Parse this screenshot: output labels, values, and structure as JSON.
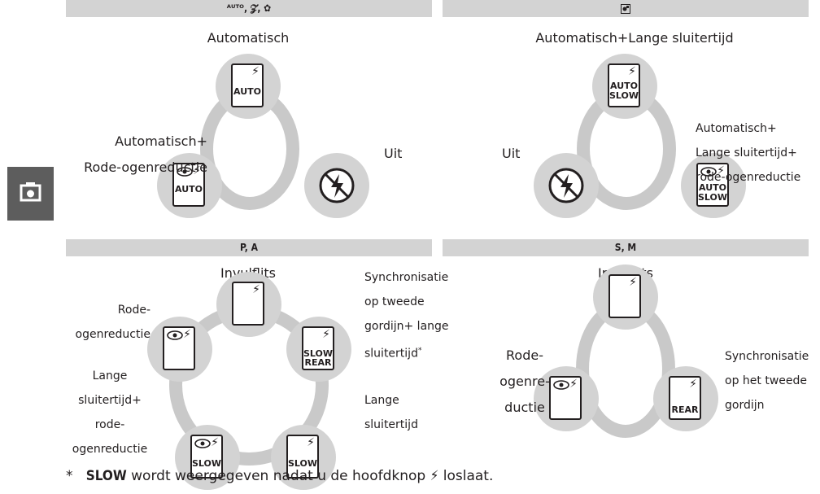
{
  "headers": {
    "q1": "ᴬᵁᵀᴼ, 𝓩, ✿",
    "q2": "◩",
    "q3": "P, A",
    "q4": "S, M"
  },
  "q1": {
    "title": "Automatisch",
    "left_label": [
      "Automatisch+",
      "Rode-ogenreductie"
    ],
    "right_label": "Uit",
    "node_top": {
      "text": "AUTO"
    },
    "node_left": {
      "text": "AUTO"
    }
  },
  "q2": {
    "title": "Automatisch+Lange sluitertijd",
    "left_label": "Uit",
    "right_label": [
      "Automatisch+",
      "Lange sluitertijd+",
      "rode-ogenreductie"
    ],
    "node_top": {
      "line1": "AUTO",
      "line2": "SLOW"
    },
    "node_right": {
      "line1": "AUTO",
      "line2": "SLOW"
    }
  },
  "q3": {
    "title": "Invulflits",
    "right_top_label": [
      "Synchronisatie",
      "op tweede",
      "gordijn+ lange",
      "sluitertijd"
    ],
    "right_top_mark": "*",
    "left_top_label": [
      "Rode-",
      "ogenreductie"
    ],
    "left_bottom_label": [
      "Lange",
      "sluitertijd+",
      "rode-",
      "ogenreductie"
    ],
    "right_bottom_label": [
      "Lange",
      "sluitertijd"
    ],
    "node_right": {
      "line1": "SLOW",
      "line2": "REAR"
    },
    "node_bl": {
      "text": "SLOW"
    },
    "node_br": {
      "text": "SLOW"
    }
  },
  "q4": {
    "title": "Invulflits",
    "left_label": [
      "Rode-",
      "ogenre-",
      "ductie"
    ],
    "right_label": [
      "Synchronisatie",
      "op het tweede",
      "gordijn"
    ],
    "node_right": {
      "text": "REAR"
    }
  },
  "footnote": {
    "marker": "*",
    "bold": "SLOW",
    "text_before": " wordt weergegeven nadat u de hoofdknop ",
    "bolt": "⚡",
    "text_after": " loslaat."
  },
  "icons": {
    "bolt": "⚡",
    "tab": "camera-icon"
  }
}
